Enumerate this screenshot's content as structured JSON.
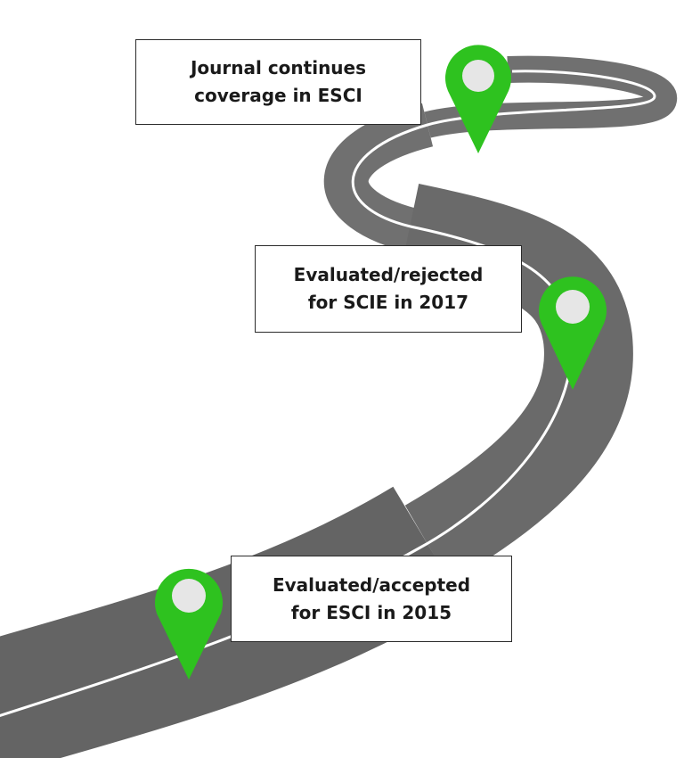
{
  "colors": {
    "road": "#6e6e6e",
    "road_edge": "#d9d9d9",
    "lane_line": "#ffffff",
    "marker": "#2ec21f",
    "marker_center": "#e6e6e6"
  },
  "icons": {
    "marker": "map-pin-icon"
  },
  "milestones": [
    {
      "line1": "Journal continues",
      "line2": "coverage in ESCI"
    },
    {
      "line1": "Evaluated/rejected",
      "line2": "for SCIE in 2017"
    },
    {
      "line1": "Evaluated/accepted",
      "line2": "for ESCI in 2015"
    }
  ]
}
